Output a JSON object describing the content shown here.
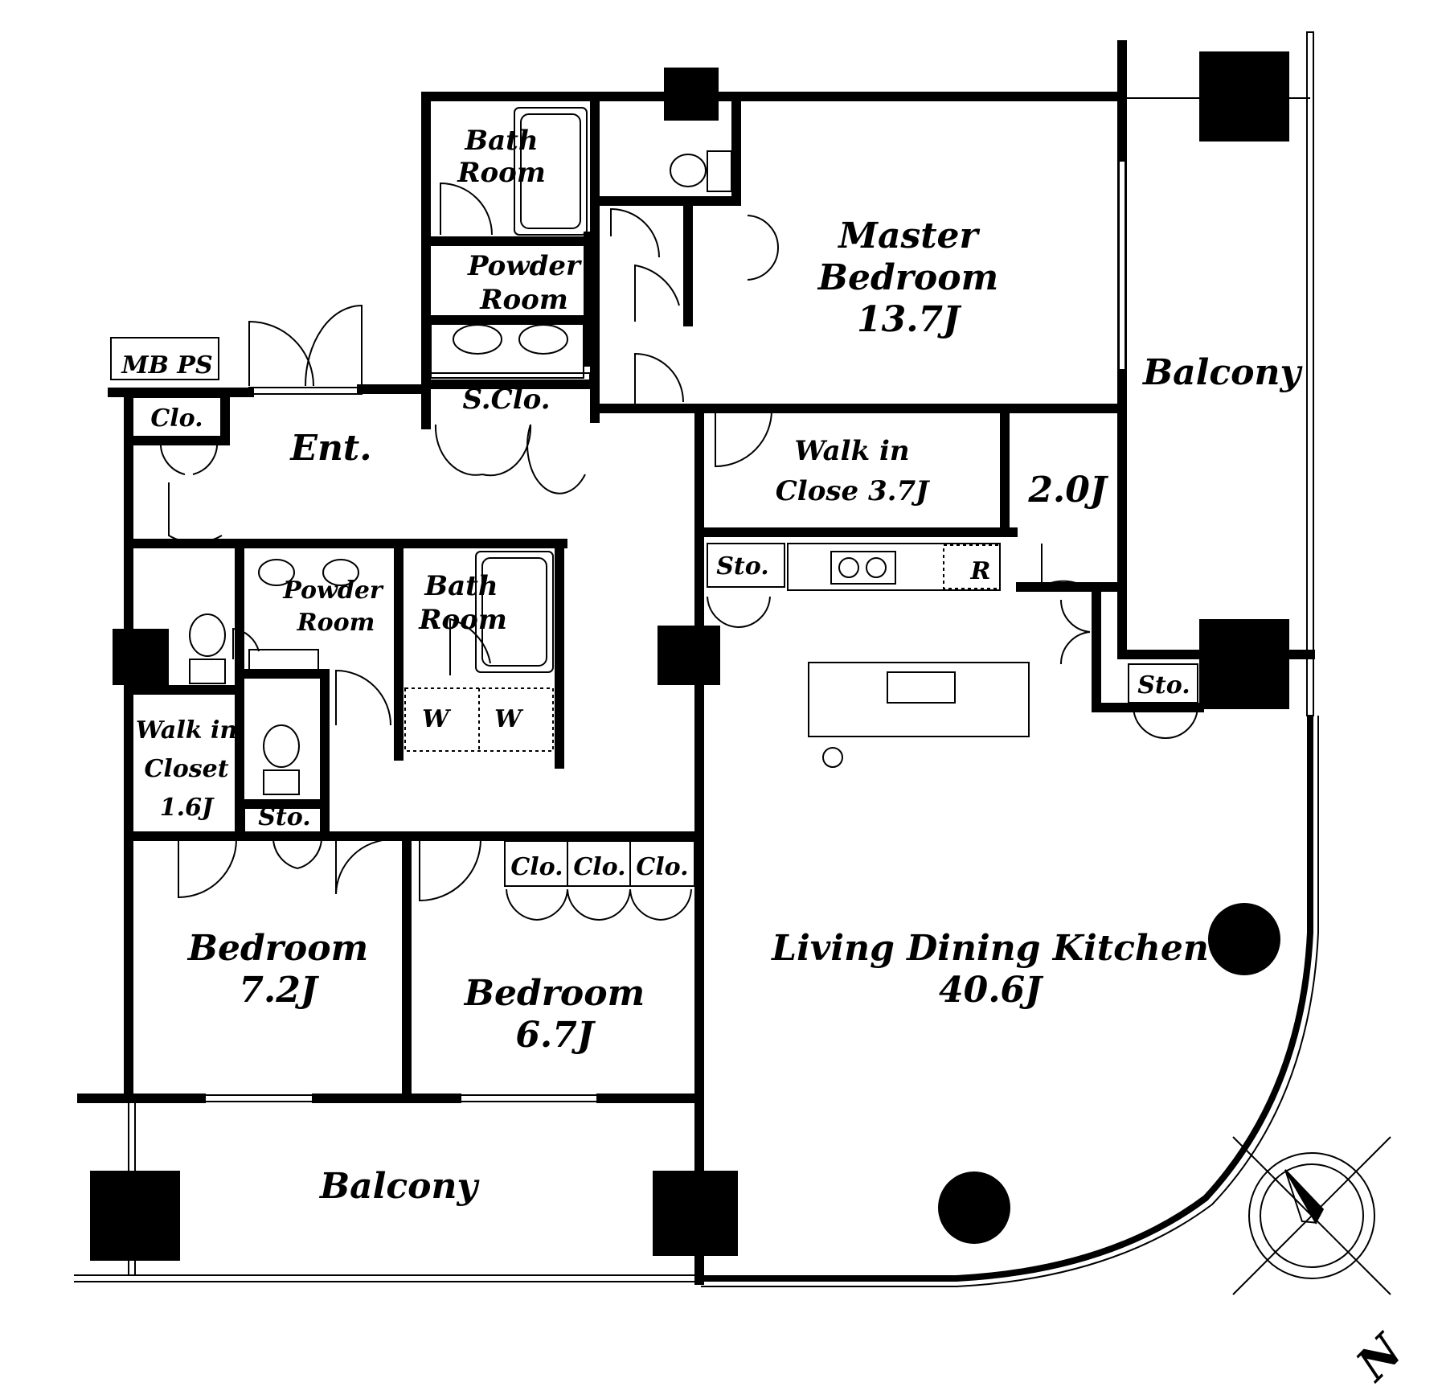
{
  "labels": {
    "master_bedroom": [
      "Master",
      "Bedroom",
      "13.7J"
    ],
    "bath_room_top": [
      "Bath",
      "Room"
    ],
    "powder_room_top": [
      "Powder",
      "Room"
    ],
    "s_clo": "S.Clo.",
    "mb_ps": "MB PS",
    "clo_ent": "Clo.",
    "ent": "Ent.",
    "walk_in_close": [
      "Walk in",
      "Close 3.7J"
    ],
    "storage_2j": "2.0J",
    "balcony_east": "Balcony",
    "sto_kitchen": "Sto.",
    "refrigerator": "R",
    "powder_room_mid": [
      "Powder",
      "Room"
    ],
    "bath_room_mid": [
      "Bath",
      "Room"
    ],
    "washer_left": "W",
    "washer_right": "W",
    "walk_in_closet": [
      "Walk in",
      "Closet",
      "1.6J"
    ],
    "sto_hall": "Sto.",
    "sto_east": "Sto.",
    "clo_1": "Clo.",
    "clo_2": "Clo.",
    "clo_3": "Clo.",
    "bedroom_1": [
      "Bedroom",
      "7.2J"
    ],
    "bedroom_2": [
      "Bedroom",
      "6.7J"
    ],
    "ldk": [
      "Living Dining Kitchen",
      "40.6J"
    ],
    "balcony_south": "Balcony",
    "compass_n": "N"
  }
}
